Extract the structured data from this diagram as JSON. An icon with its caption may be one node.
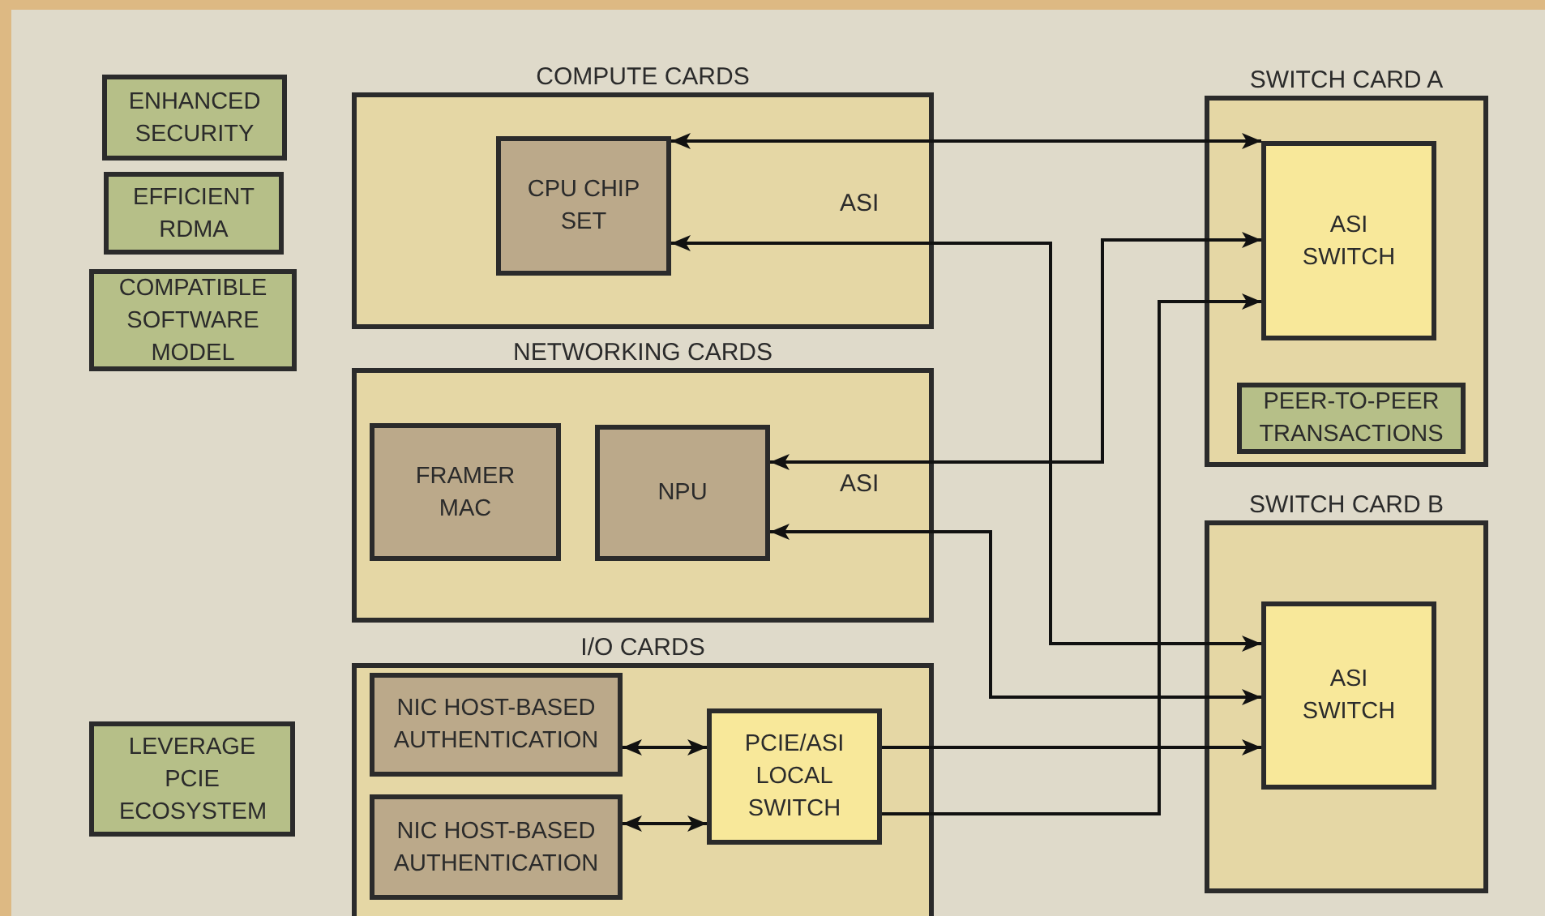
{
  "diagram": {
    "nodes": [
      {
        "text": [
          "ENHANCED SECURITY"
        ]
      },
      {
        "text": [
          "EFFICIENT RDMA"
        ]
      },
      {
        "text": [
          "COMPATIBLE SOFTWARE MODEL"
        ]
      },
      {
        "text": [
          "COMPUTE CARDS"
        ]
      },
      {
        "text": [
          "CPU CHIP SET"
        ],
        "in": 3
      },
      {
        "text": [
          "NETWORKING CARDS"
        ]
      },
      {
        "text": [
          "FRAMER MAC"
        ],
        "in": 5
      },
      {
        "text": [
          "NPU"
        ],
        "in": 5
      },
      {
        "text": [
          "I/O CARDS"
        ]
      },
      {
        "text": [
          "NIC HOST-BASED AUTHENTICATION"
        ],
        "in": 8
      },
      {
        "text": [
          "NIC HOST-BASED AUTHENTICATION"
        ],
        "in": 8
      },
      {
        "text": [
          "PCIE/ASI LOCAL SWITCH"
        ],
        "in": 8
      },
      {
        "text": [
          "LEVERAGE PCIE ECOSYSTEM"
        ]
      },
      {
        "text": [
          "SWITCH CARD A"
        ]
      },
      {
        "text": [
          "ASI SWITCH"
        ],
        "in": 13
      },
      {
        "text": [
          "PEER-TO-PEER TRANSACTIONS"
        ],
        "in": 13
      },
      {
        "text": [
          "SWITCH CARD B"
        ]
      },
      {
        "text": [
          "ASI SWITCH"
        ],
        "in": 16
      }
    ],
    "edges": [
      {
        "from": 4,
        "to": 14,
        "arrow": "both"
      },
      {
        "from": 4,
        "to": 17,
        "arrow": "both"
      },
      {
        "from": 7,
        "to": 14,
        "arrow": "both"
      },
      {
        "from": 7,
        "to": 17,
        "arrow": "both"
      },
      {
        "from": 11,
        "to": 17,
        "arrow": "to"
      },
      {
        "from": 11,
        "to": 14,
        "arrow": "to"
      },
      {
        "from": 9,
        "to": 11,
        "arrow": "both"
      },
      {
        "from": 10,
        "to": 11,
        "arrow": "both"
      }
    ],
    "labels": [
      "ASI",
      "ASI"
    ]
  }
}
